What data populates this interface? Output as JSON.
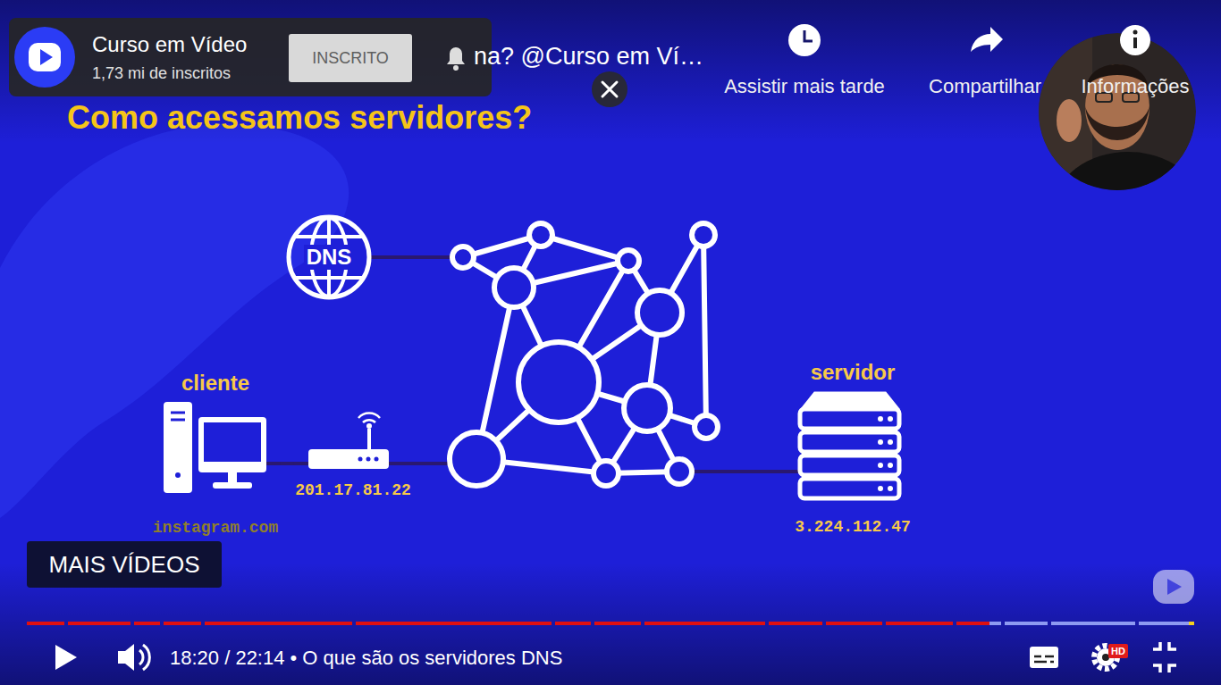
{
  "diagram": {
    "title": "Como acessamos servidores?",
    "nodes": [
      {
        "text": [
          "INSCRITO"
        ]
      },
      {
        "text": [
          "DNS"
        ]
      },
      {
        "text": [
          "cliente",
          "instagram.com"
        ]
      },
      {
        "text": [
          "201.17.81.22"
        ]
      },
      {
        "text": [
          "servidor",
          "3.224.112.47"
        ]
      },
      {
        "text": [
          "MAIS VÍDEOS"
        ]
      }
    ],
    "edges": [
      {
        "from": 2,
        "to": 3,
        "arrow": "none"
      }
    ],
    "labels": [
      "Curso em Vídeo",
      "1,73 mi de inscritos",
      "na? @Curso em Ví…",
      "Assistir mais tarde",
      "Compartilhar",
      "Informações",
      "18:20 / 22:14 • O que são os servidores DNS",
      "HD"
    ]
  }
}
